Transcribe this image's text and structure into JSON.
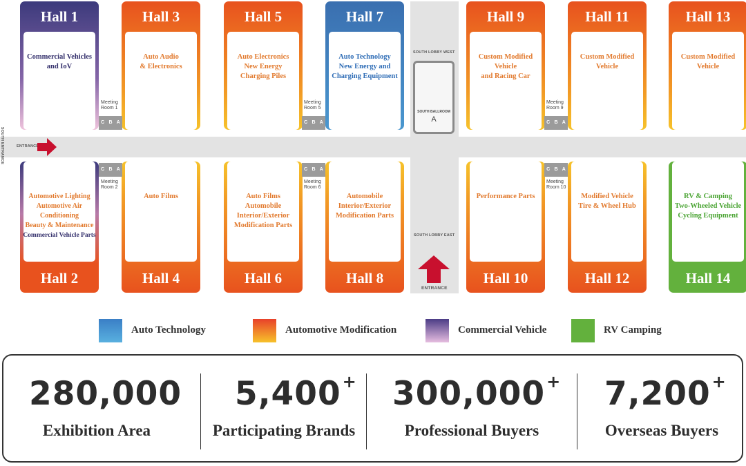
{
  "halls": {
    "h1": {
      "name": "Hall 1",
      "desc": "Commercial Vehicles\nand  IoV"
    },
    "h2": {
      "name": "Hall 2",
      "desc_mod": "Automotive Lighting\nAutomotive Air\nConditioning\nBeauty & Maintenance",
      "desc_com": "Commercial Vehicle Parts"
    },
    "h3": {
      "name": "Hall 3",
      "desc": "Auto Audio\n& Electronics"
    },
    "h4": {
      "name": "Hall 4",
      "desc": "Auto Films"
    },
    "h5": {
      "name": "Hall 5",
      "desc": "Auto Electronics\nNew Energy\nCharging Piles"
    },
    "h6": {
      "name": "Hall 6",
      "desc": "Auto Films\nAutomobile\nInterior/Exterior\nModification Parts"
    },
    "h7": {
      "name": "Hall 7",
      "desc": "Auto Technology\nNew Energy and\nCharging Equipment"
    },
    "h8": {
      "name": "Hall 8",
      "desc": "Automobile\nInterior/Exterior\nModification Parts"
    },
    "h9": {
      "name": "Hall 9",
      "desc": "Custom Modified\nVehicle\nand Racing Car"
    },
    "h10": {
      "name": "Hall 10",
      "desc": "Performance Parts"
    },
    "h11": {
      "name": "Hall 11",
      "desc": "Custom Modified\nVehicle"
    },
    "h12": {
      "name": "Hall 12",
      "desc": "Modified Vehicle\nTire & Wheel Hub"
    },
    "h13": {
      "name": "Hall 13",
      "desc": "Custom Modified\nVehicle"
    },
    "h14": {
      "name": "Hall 14",
      "desc": "RV & Camping\nTwo-Wheeled Vehicle\nCycling Equipment"
    }
  },
  "meeting_rooms": {
    "letters": [
      "C",
      "B",
      "A"
    ],
    "mr1": "Meeting\nRoom 1",
    "mr2": "Meeting\nRoom 2",
    "mr5": "Meeting\nRoom 5",
    "mr6": "Meeting\nRoom 6",
    "mr9": "Meeting\nRoom 9",
    "mr10": "Meeting\nRoom 10"
  },
  "labels": {
    "south_entrance": "SOUTH ENTRANCE",
    "entrance": "ENTRANCE",
    "south_lobby_west": "SOUTH LOBBY WEST",
    "south_lobby_east": "SOUTH LOBBY EAST",
    "south_ballroom": "SOUTH BALLROOM",
    "ballroom_letter": "A"
  },
  "legend": [
    {
      "label": "Auto Technology",
      "color": "#3f8fce"
    },
    {
      "label": "Automotive Modification",
      "color": "#ee5a24"
    },
    {
      "label": "Commercial Vehicle",
      "color": "#6a4f9a"
    },
    {
      "label": "RV Camping",
      "color": "#63b13d"
    }
  ],
  "stats": [
    {
      "value": "280,000",
      "suffix": "",
      "label": "Exhibition Area"
    },
    {
      "value": "5,400",
      "suffix": "+",
      "label": "Participating Brands"
    },
    {
      "value": "300,000",
      "suffix": "+",
      "label": "Professional Buyers"
    },
    {
      "value": "7,200",
      "suffix": "+",
      "label": "Overseas Buyers"
    }
  ]
}
